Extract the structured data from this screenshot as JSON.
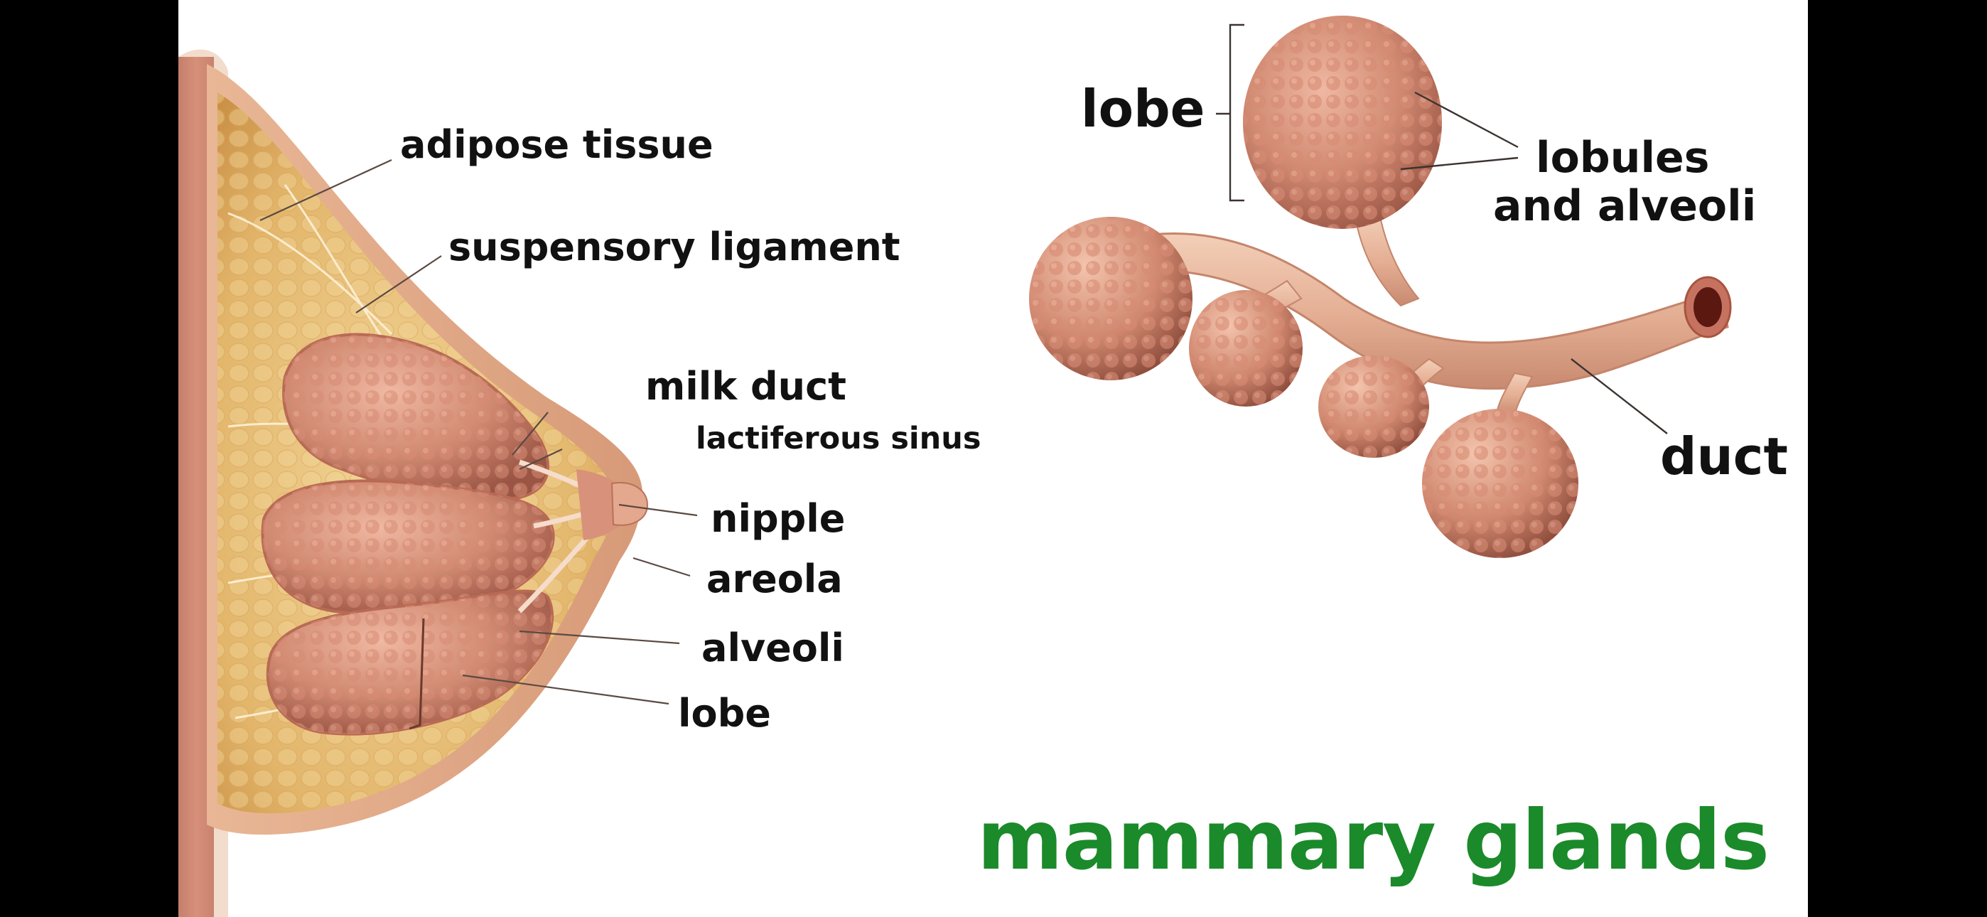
{
  "title": "mammary glands",
  "colors": {
    "title_green": "#1b8a2a",
    "side_bars": "#000000",
    "background": "#ffffff",
    "lobule_tissue": "#c98068",
    "duct": "#e6b49a",
    "adipose": "#e8c07a",
    "muscle": "#b8483a"
  },
  "left_panel": {
    "labels": {
      "adipose_tissue": "adipose tissue",
      "suspensory_ligament": "suspensory ligament",
      "milk_duct": "milk duct",
      "lactiferous_sinus": "lactiferous sinus",
      "nipple": "nipple",
      "areola": "areola",
      "alveoli": "alveoli",
      "lobe": "lobe"
    }
  },
  "right_panel": {
    "labels": {
      "lobe": "lobe",
      "lobules_line1": "lobules",
      "lobules_line2": "and alveoli",
      "duct": "duct"
    }
  }
}
